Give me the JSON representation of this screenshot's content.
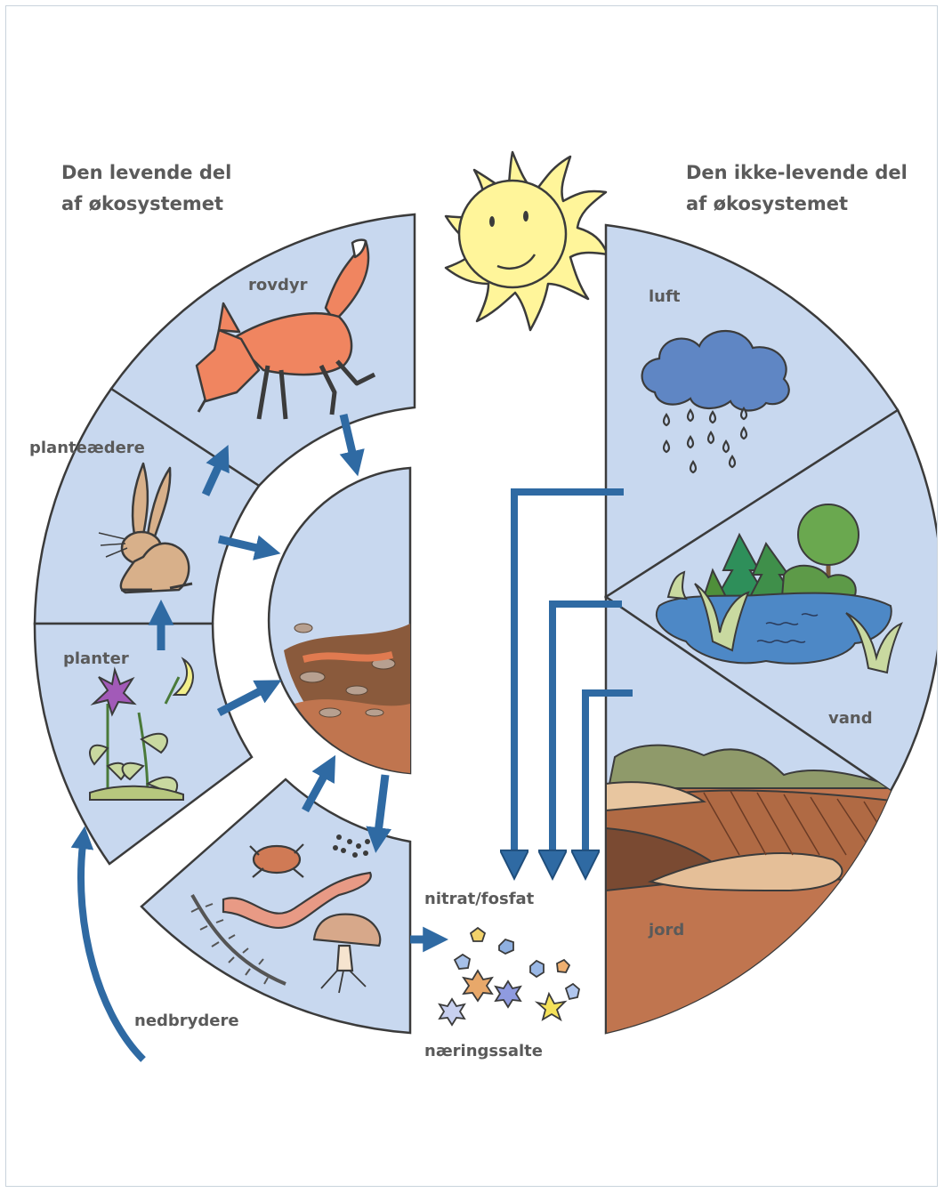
{
  "headings": {
    "living": [
      "Den levende del",
      "af økosystemet"
    ],
    "nonliving": [
      "Den ikke-levende del",
      "af økosystemet"
    ]
  },
  "labels": {
    "rovdyr": "rovdyr",
    "planteaedere": "planteædere",
    "planter": "planter",
    "nedbrydere": "nedbrydere",
    "luft": "luft",
    "vand": "vand",
    "jord": "jord",
    "nitrat": "nitrat/fosfat",
    "naeringssalte": "næringssalte"
  },
  "colors": {
    "sector_fill": "#c8d8ef",
    "outline": "#3b3b3b",
    "arrow": "#2f6aa3",
    "sun": "#fff59a",
    "fox": "#f08560",
    "hare": "#d8b08a",
    "soil": "#c0754f",
    "cloud": "#5f86c4",
    "water": "#4d88c6"
  },
  "icons": [
    "sun-icon",
    "fox-icon",
    "hare-icon",
    "plant-icon",
    "decomposers-icon",
    "cloud-rain-icon",
    "lake-forest-icon",
    "soil-layers-icon",
    "nutrient-crystals-icon"
  ]
}
